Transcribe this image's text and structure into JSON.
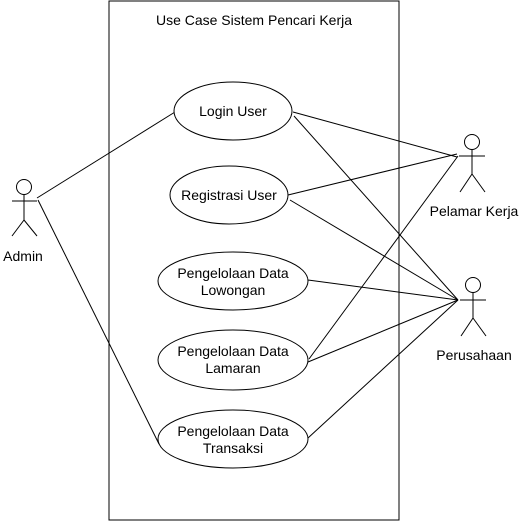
{
  "system": {
    "title": "Use Case Sistem Pencari Kerja"
  },
  "actors": {
    "admin": "Admin",
    "pelamar": "Pelamar Kerja",
    "perusahaan": "Perusahaan"
  },
  "use_cases": {
    "login": [
      "Login User"
    ],
    "registrasi": [
      "Registrasi User"
    ],
    "lowongan": [
      "Pengelolaan Data",
      "Lowongan"
    ],
    "lamaran": [
      "Pengelolaan Data",
      "Lamaran"
    ],
    "transaksi": [
      "Pengelolaan Data",
      "Transaksi"
    ]
  },
  "colors": {
    "stroke": "#000000",
    "fill": "#ffffff"
  }
}
